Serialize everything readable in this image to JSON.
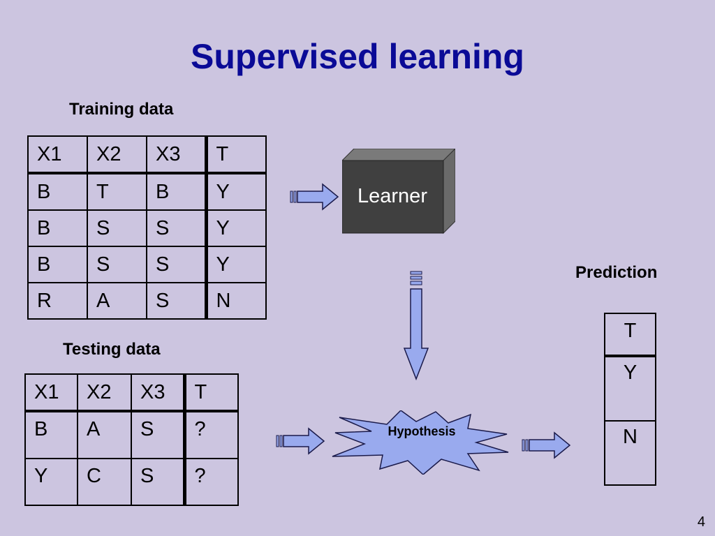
{
  "title": "Supervised learning",
  "training": {
    "caption": "Training data",
    "headers": [
      "X1",
      "X2",
      "X3",
      "T"
    ],
    "rows": [
      [
        "B",
        "T",
        "B",
        "Y"
      ],
      [
        "B",
        "S",
        "S",
        "Y"
      ],
      [
        "B",
        "S",
        "S",
        "Y"
      ],
      [
        "R",
        "A",
        "S",
        "N"
      ]
    ]
  },
  "testing": {
    "caption": "Testing data",
    "headers": [
      "X1",
      "X2",
      "X3",
      "T"
    ],
    "rows": [
      [
        "B",
        "A",
        "S",
        "?"
      ],
      [
        "Y",
        "C",
        "S",
        "?"
      ]
    ]
  },
  "learner": {
    "label": "Learner"
  },
  "hypothesis": {
    "label": "Hypothesis"
  },
  "prediction": {
    "caption": "Prediction",
    "header": "T",
    "values": [
      "Y",
      "N"
    ]
  },
  "page_number": "4",
  "colors": {
    "background": "#ccc5e0",
    "title": "#0a0a96",
    "arrow_fill": "#99aaee",
    "learner_front": "#404040",
    "hypothesis_fill": "#99aaee"
  }
}
